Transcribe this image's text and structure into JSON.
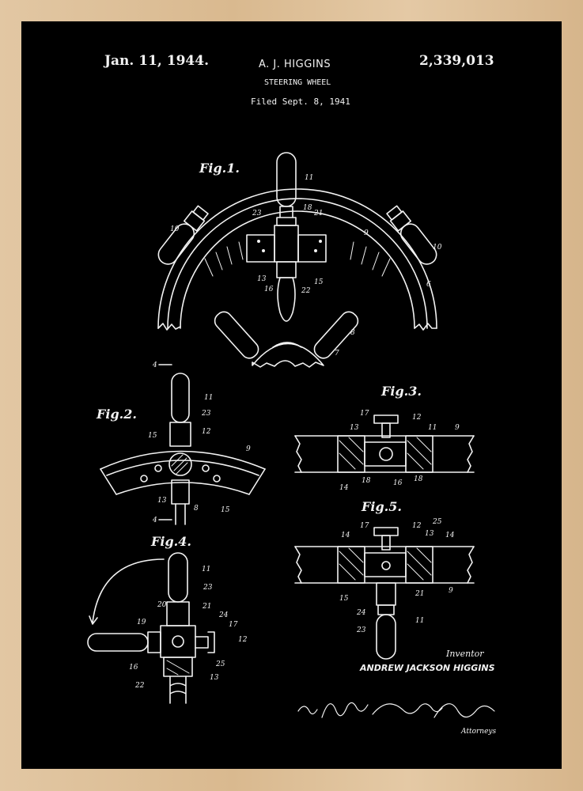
{
  "header": {
    "date": "Jan. 11, 1944.",
    "inventor": "A. J. HIGGINS",
    "patent_number": "2,339,013",
    "title": "STEERING WHEEL",
    "filed": "Filed Sept. 8, 1941"
  },
  "figures": {
    "fig1": "Fig.1.",
    "fig2": "Fig.2.",
    "fig3": "Fig.3.",
    "fig4": "Fig.4.",
    "fig5": "Fig.5."
  },
  "footer": {
    "inventor_label": "Inventor",
    "inventor_name": "ANDREW JACKSON HIGGINS",
    "signature": "By Mason Fenwick & Lawrence",
    "attorneys_label": "Attorneys"
  },
  "reference_numbers": {
    "fig1": [
      "11",
      "23",
      "18",
      "21",
      "10",
      "9",
      "10",
      "6",
      "13",
      "16",
      "22",
      "15",
      "8",
      "7"
    ],
    "fig2": [
      "4",
      "11",
      "23",
      "12",
      "15",
      "9",
      "13",
      "8",
      "15",
      "4"
    ],
    "fig3": [
      "17",
      "12",
      "13",
      "11",
      "9",
      "14",
      "18",
      "16",
      "18"
    ],
    "fig4": [
      "11",
      "23",
      "20",
      "21",
      "24",
      "19",
      "17",
      "12",
      "16",
      "25",
      "22",
      "13"
    ],
    "fig5": [
      "17",
      "12",
      "25",
      "13",
      "14",
      "14",
      "15",
      "21",
      "9",
      "24",
      "23",
      "11"
    ]
  },
  "colors": {
    "frame": "#dcbd94",
    "poster_background": "#000000",
    "line": "#f2f2f2"
  }
}
